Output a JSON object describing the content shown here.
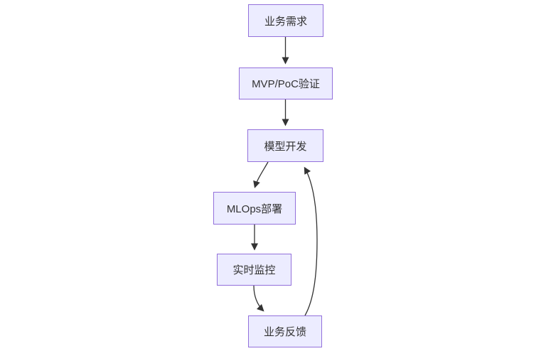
{
  "diagram": {
    "type": "flowchart",
    "direction": "top-down",
    "colors": {
      "node_fill": "#ECECFF",
      "node_border": "#9370DB",
      "edge_line": "#333333",
      "text": "#333333",
      "background": "#ffffff"
    },
    "nodes": [
      {
        "id": "business-requirements",
        "label": "业务需求"
      },
      {
        "id": "mvp-poc-validation",
        "label": "MVP/PoC验证"
      },
      {
        "id": "model-development",
        "label": "模型开发"
      },
      {
        "id": "mlops-deployment",
        "label": "MLOps部署"
      },
      {
        "id": "realtime-monitoring",
        "label": "实时监控"
      },
      {
        "id": "business-feedback",
        "label": "业务反馈"
      }
    ],
    "edges": [
      {
        "from": "business-requirements",
        "to": "mvp-poc-validation"
      },
      {
        "from": "mvp-poc-validation",
        "to": "model-development"
      },
      {
        "from": "model-development",
        "to": "mlops-deployment"
      },
      {
        "from": "mlops-deployment",
        "to": "realtime-monitoring"
      },
      {
        "from": "realtime-monitoring",
        "to": "business-feedback"
      },
      {
        "from": "business-feedback",
        "to": "model-development"
      }
    ]
  }
}
